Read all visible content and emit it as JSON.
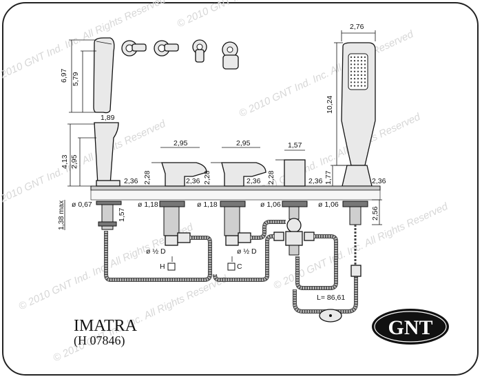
{
  "watermark": "© 2010 GNT Ind. Inc. All Rights Reserved",
  "product": {
    "name": "IMATRA",
    "code": "(H 07846)"
  },
  "logo": {
    "text": "GNT",
    "color": "#111111"
  },
  "dimensions": {
    "spout_height_total": "6,97",
    "spout_height_inner": "5,79",
    "spout_width": "1,89",
    "spout_base_height_outer": "4,13",
    "spout_base_height_inner": "2,95",
    "spout_base_offset": "2,36",
    "spout_shank_dia": "ø 0,67",
    "spout_shank_len": "1,57",
    "max_deck": "1,38 max",
    "hot_handle_width": "2,95",
    "hot_handle_height": "2,28",
    "hot_base": "2,36",
    "hot_shank_dia": "ø 1,18",
    "hot_inlet": "ø ½ D",
    "hot_label": "H",
    "cold_handle_width": "2,95",
    "cold_handle_height": "2,28",
    "cold_base": "2,36",
    "cold_shank_dia": "ø 1,18",
    "cold_inlet": "ø ½ D",
    "cold_label": "C",
    "diverter_width": "1,57",
    "diverter_height": "2,28",
    "diverter_base": "2,36",
    "diverter_shank_dia": "ø 1,06",
    "shower_width": "2,76",
    "shower_length": "10,24",
    "shower_holder_height": "1,77",
    "shower_base": "2,36",
    "shower_shank_dia": "ø 1,06",
    "shower_shank_len": "2,56",
    "hose_length": "L= 86,61"
  },
  "colors": {
    "line": "#111111",
    "part_fill": "#e9e9e9",
    "hose": "#8a8a8a",
    "watermark": "#d7d7d7"
  }
}
